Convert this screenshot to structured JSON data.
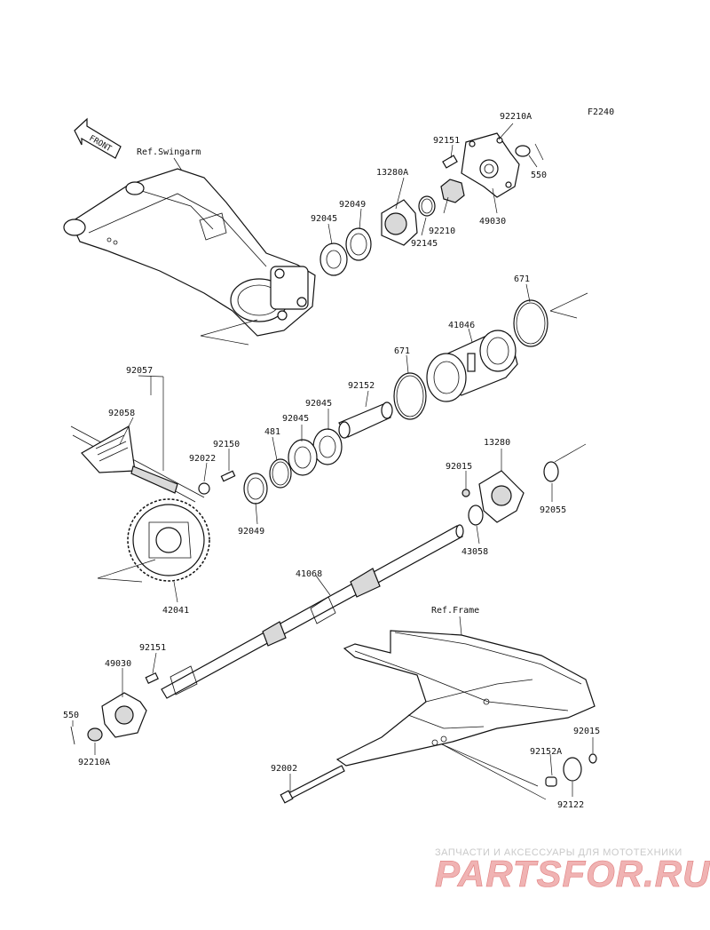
{
  "diagram": {
    "code": "F2240",
    "front_label": "FRONT",
    "references": {
      "swingarm": "Ref.Swingarm",
      "frame": "Ref.Frame"
    },
    "labels": {
      "p92210A_top": "92210A",
      "p92151_top": "92151",
      "p550_top": "550",
      "p13280A": "13280A",
      "p92049_top": "92049",
      "p92045_top": "92045",
      "p92210": "92210",
      "p49030_top": "49030",
      "p92145": "92145",
      "p671_top": "671",
      "p41046": "41046",
      "p671_mid": "671",
      "p92152": "92152",
      "p92045_a": "92045",
      "p92045_b": "92045",
      "p481": "481",
      "p92057": "92057",
      "p92058": "92058",
      "p92150": "92150",
      "p92022": "92022",
      "p92049_low": "92049",
      "p13280": "13280",
      "p92015_top": "92015",
      "p92055": "92055",
      "p43058": "43058",
      "p42041": "42041",
      "p41068": "41068",
      "p92151_low": "92151",
      "p49030_low": "49030",
      "p550_low": "550",
      "p92210A_low": "92210A",
      "p92002": "92002",
      "p92015_low": "92015",
      "p92152A": "92152A",
      "p92122": "92122"
    },
    "watermark": {
      "tagline": "ЗАПЧАСТИ И АКСЕССУАРЫ ДЛЯ МОТОТЕХНИКИ",
      "brand": "PARTSFOR.RU"
    }
  }
}
